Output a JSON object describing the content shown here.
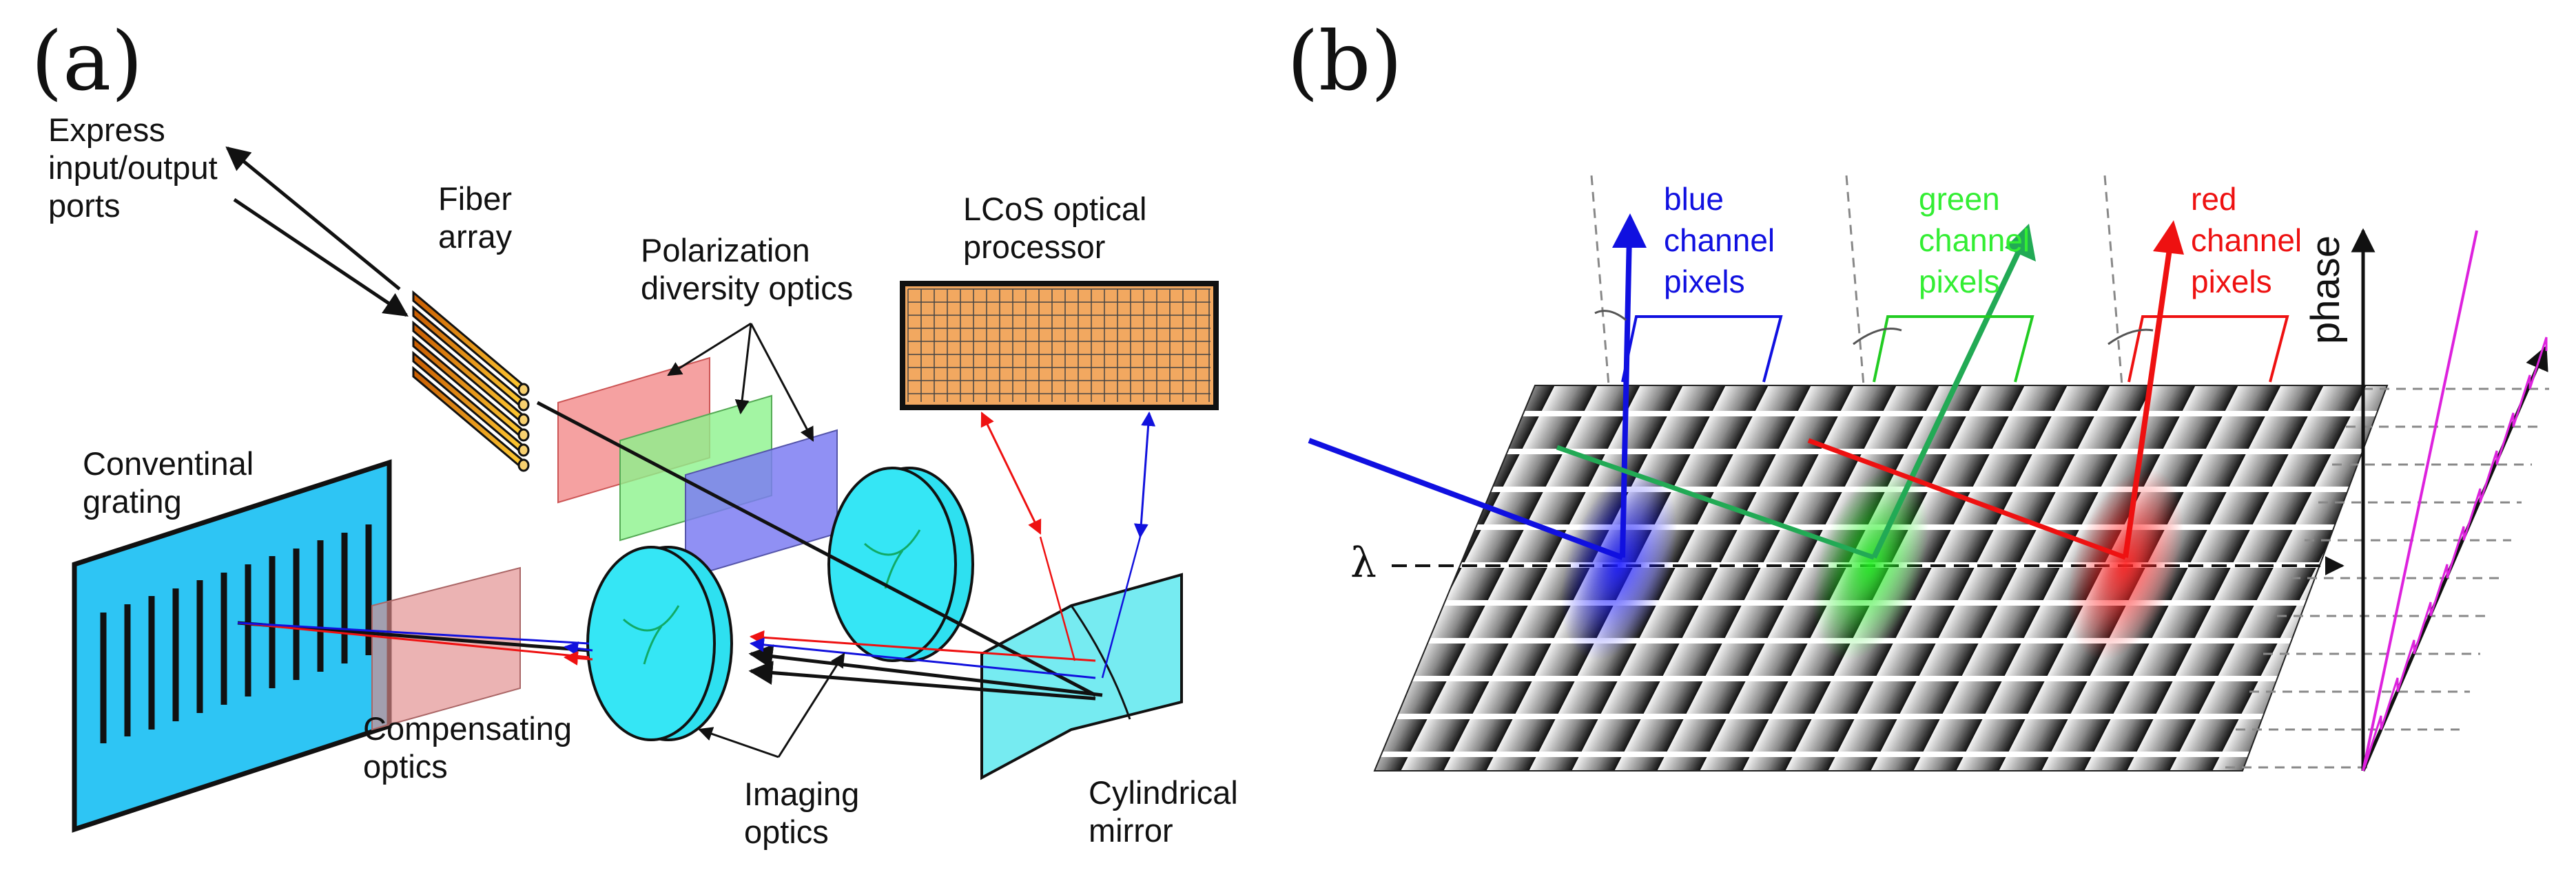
{
  "panel_a": {
    "label": "(a)",
    "express_ports": [
      "Express",
      "input/output",
      "ports"
    ],
    "fiber_array": [
      "Fiber",
      "array"
    ],
    "polarization": [
      "Polarization",
      "diversity optics"
    ],
    "lcos": [
      "LCoS optical",
      "processor"
    ],
    "grating": [
      "Conventinal",
      "grating"
    ],
    "compensating": [
      "Compensating",
      "optics"
    ],
    "imaging": [
      "Imaging",
      "optics"
    ],
    "mirror": [
      "Cylindrical",
      "mirror"
    ]
  },
  "panel_b": {
    "label": "(b)",
    "blue": [
      "blue",
      "channel",
      "pixels"
    ],
    "green": [
      "green",
      "channel",
      "pixels"
    ],
    "red": [
      "red",
      "channel",
      "pixels"
    ],
    "lambda": "λ",
    "phase": "phase"
  },
  "colors": {
    "blue": "#1010e0",
    "green": "#22cc22",
    "green_text": "#33ee33",
    "red": "#ee1111",
    "cyan": "#2ee0f0",
    "magenta": "#dd22dd",
    "lcos_fill": "#f2a860"
  }
}
